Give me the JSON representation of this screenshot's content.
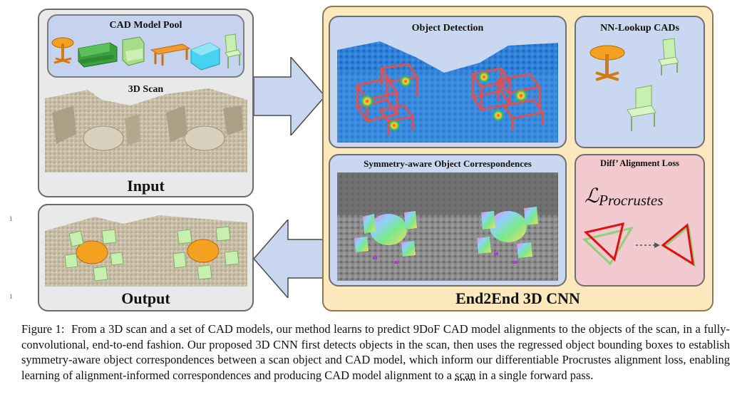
{
  "input_panel": {
    "cad_pool_title": "CAD Model Pool",
    "scan_title": "3D Scan",
    "label": "Input"
  },
  "output_panel": {
    "label": "Output"
  },
  "cnn_panel": {
    "label": "End2End 3D CNN",
    "object_detection_title": "Object Detection",
    "nn_lookup_title": "NN-Lookup CADs",
    "symmetry_title": "Symmetry-aware Object Correspondences",
    "alignment_title": "Diff’ Alignment Loss",
    "loss_symbol": "ℒ",
    "loss_subscript": "Procrustes"
  },
  "margin_marks": {
    "top": "1",
    "bottom": "1"
  },
  "caption": {
    "label": "Figure 1:",
    "text_before": "From a 3D scan and a set of CAD models, our method learns to predict 9DoF CAD model alignments to the objects of the scan, in a fully-convolutional, end-to-end fashion. Our proposed 3D CNN first detects objects in the scan, then uses the regressed object bounding boxes to establish symmetry-aware object correspondences between a scan object and CAD model, which inform our differentiable Procrustes alignment loss, enabling learning of alignment-informed correspondences and producing CAD model alignment to a ",
    "scan_word": "scan",
    "text_after": " in a single forward pass."
  },
  "colors": {
    "panel_gray": "#e9e9e9",
    "cad_pool_blue": "#c5d3ee",
    "cnn_yellow": "#fbe9bd",
    "cnn_border": "#8a7a55",
    "detection_blue": "#c9d8f0",
    "loss_pink": "#f1c9cf",
    "arrow_blue": "#c8d6ef",
    "box_red": "#e05050",
    "triangle_red": "#e01010",
    "triangle_green": "#8fd07a",
    "chair_green": "#c6efb0",
    "table_orange": "#f4a020"
  }
}
